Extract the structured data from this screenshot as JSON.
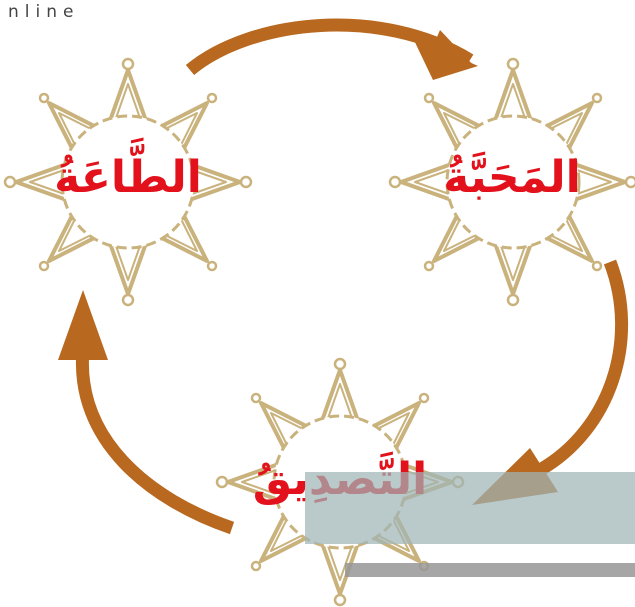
{
  "header": {
    "logo_fragment": "nline"
  },
  "nodes": [
    {
      "id": "love",
      "label": "المَحَبَّةُ"
    },
    {
      "id": "obedience",
      "label": "الطَّاعَةُ"
    },
    {
      "id": "belief",
      "label": "التَّصدِيقُ"
    }
  ],
  "colors": {
    "label": "#e3111b",
    "arrow": "#b8681f",
    "frame": "#c9b27c",
    "overlay": "#a0b4b6"
  }
}
